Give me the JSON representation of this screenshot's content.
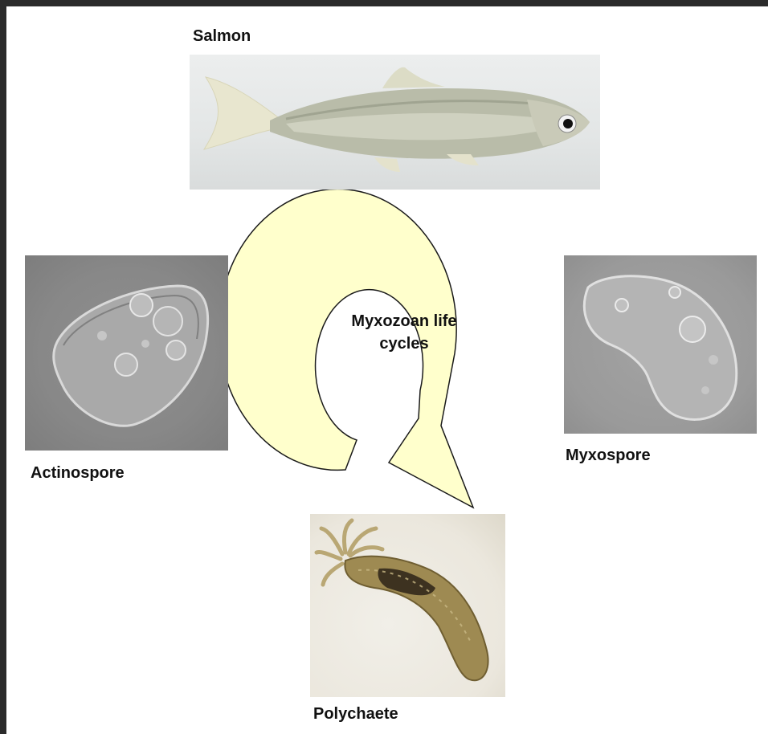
{
  "labels": {
    "salmon": "Salmon",
    "actinospore": "Actinospore",
    "myxospore": "Myxospore",
    "polychaete": "Polychaete"
  },
  "cycle": {
    "line1": "Myxozoan life",
    "line2": "cycles"
  },
  "colors": {
    "arrow_fill": "#ffffcc",
    "arrow_stroke": "#1a1a1a",
    "frame": "#2b2b2b"
  }
}
